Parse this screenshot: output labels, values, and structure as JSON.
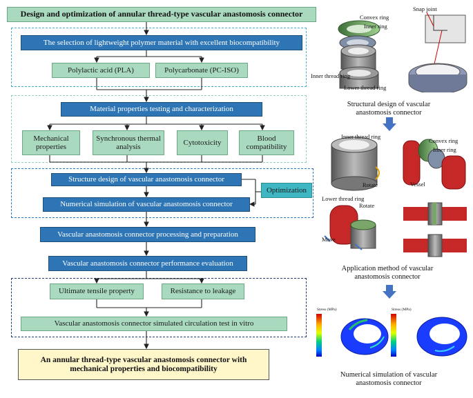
{
  "flow": {
    "title": "Design and optimization of annular thread-type vascular anastomosis connector",
    "material_selection": "The selection of lightweight polymer material with excellent biocompatibility",
    "pla": "Polylactic acid (PLA)",
    "pc": "Polycarbonate (PC-ISO)",
    "testing": "Material properties testing and characterization",
    "mechanical": "Mechanical properties",
    "thermal": "Synchronous thermal analysis",
    "cytotoxicity": "Cytotoxicity",
    "blood": "Blood compatibility",
    "structure": "Structure design of vascular anastomosis connector",
    "simulation": "Numerical simulation of vascular anastomosis connector",
    "optimization": "Optimization",
    "processing": "Vascular anastomosis connector processing and preparation",
    "evaluation": "Vascular anastomosis connector performance evaluation",
    "tensile": "Ultimate tensile property",
    "leakage": "Resistance to leakage",
    "circulation": "Vascular anastomosis connector simulated circulation test in vitro",
    "result": "An annular thread-type vascular anastomosis connector with mechanical properties and biocompatibility"
  },
  "figures": {
    "structural": {
      "caption": "Structural design of vascular anastomosis connector",
      "convex": "Convex  ring",
      "inner": "Inner  ring",
      "snap": "Snap joint",
      "inner_thread": "Inner thread ring",
      "lower_thread": "Lower thread ring"
    },
    "application": {
      "caption": "Application method of vascular anastomosis connector",
      "inner_thread": "Inner thread ring",
      "convex": "Convex  ring",
      "inner": "Inner  ring",
      "rotate1": "Rotate",
      "vessel": "Vessel",
      "lower_thread": "Lower thread ring",
      "rotate2": "Rotate",
      "move": "Move"
    },
    "numerical": {
      "caption": "Numerical simulation of vascular anastomosis connector",
      "legend_title_1": "Stress (MPa)",
      "legend_title_2": "Stress (MPa)"
    }
  },
  "colors": {
    "blue": "#2e75b6",
    "green": "#a9d9bf",
    "teal": "#3eb7c2",
    "yellow": "#fff7c9",
    "arrow_blue": "#4472c4"
  }
}
